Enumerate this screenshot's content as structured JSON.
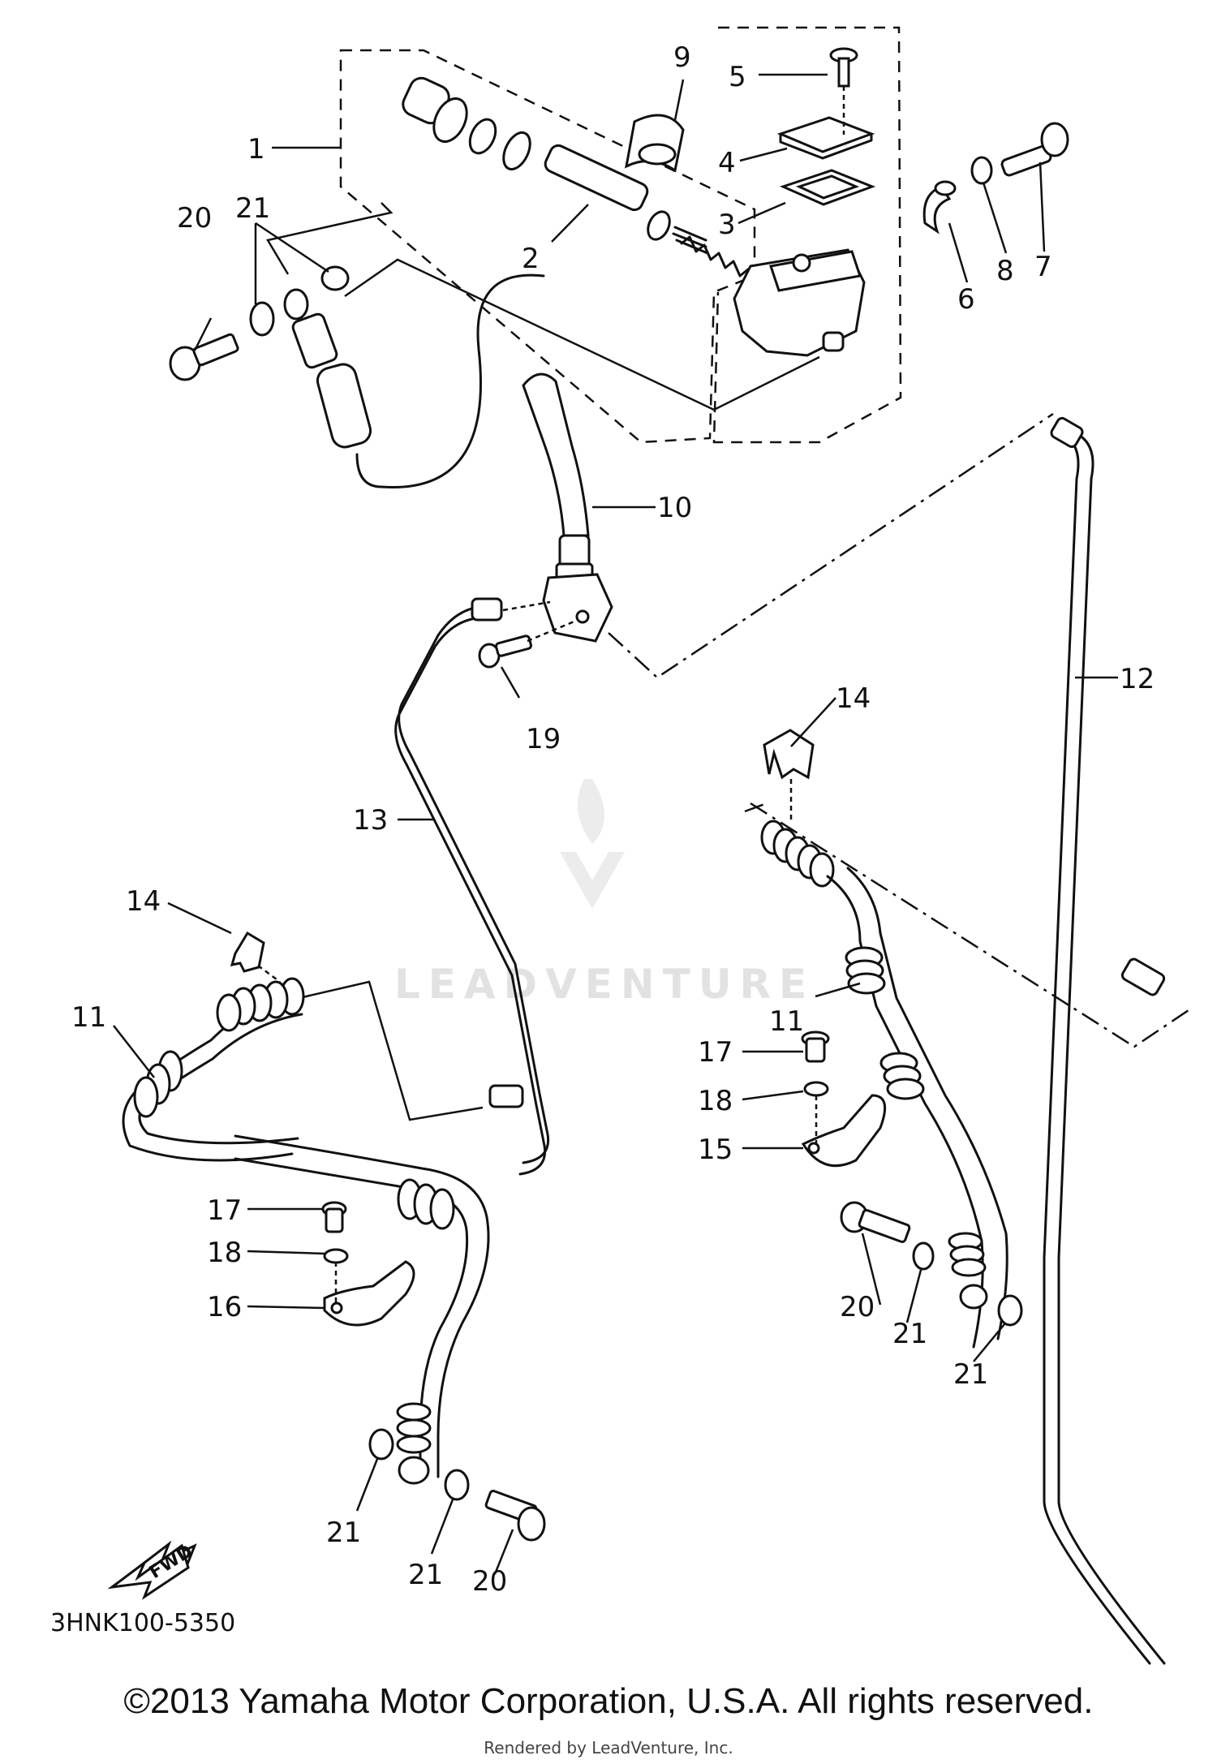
{
  "watermark": "LEADVENTURE",
  "fwd_label": "FWD",
  "diagram_code": "3HNK100-5350",
  "copyright": "©2013 Yamaha Motor Corporation, U.S.A. All rights reserved.",
  "rendered_by": "Rendered by LeadVenture, Inc.",
  "callouts": {
    "c1": "1",
    "c2": "2",
    "c3": "3",
    "c4": "4",
    "c5": "5",
    "c6": "6",
    "c7": "7",
    "c8": "8",
    "c9": "9",
    "c10": "10",
    "c11a": "11",
    "c11b": "11",
    "c12": "12",
    "c13": "13",
    "c14a": "14",
    "c14b": "14",
    "c15": "15",
    "c16": "16",
    "c17a": "17",
    "c17b": "17",
    "c18a": "18",
    "c18b": "18",
    "c19": "19",
    "c20a": "20",
    "c20b": "20",
    "c20c": "20",
    "c21a": "21",
    "c21b": "21",
    "c21c": "21",
    "c21d": "21",
    "c21e": "21"
  }
}
